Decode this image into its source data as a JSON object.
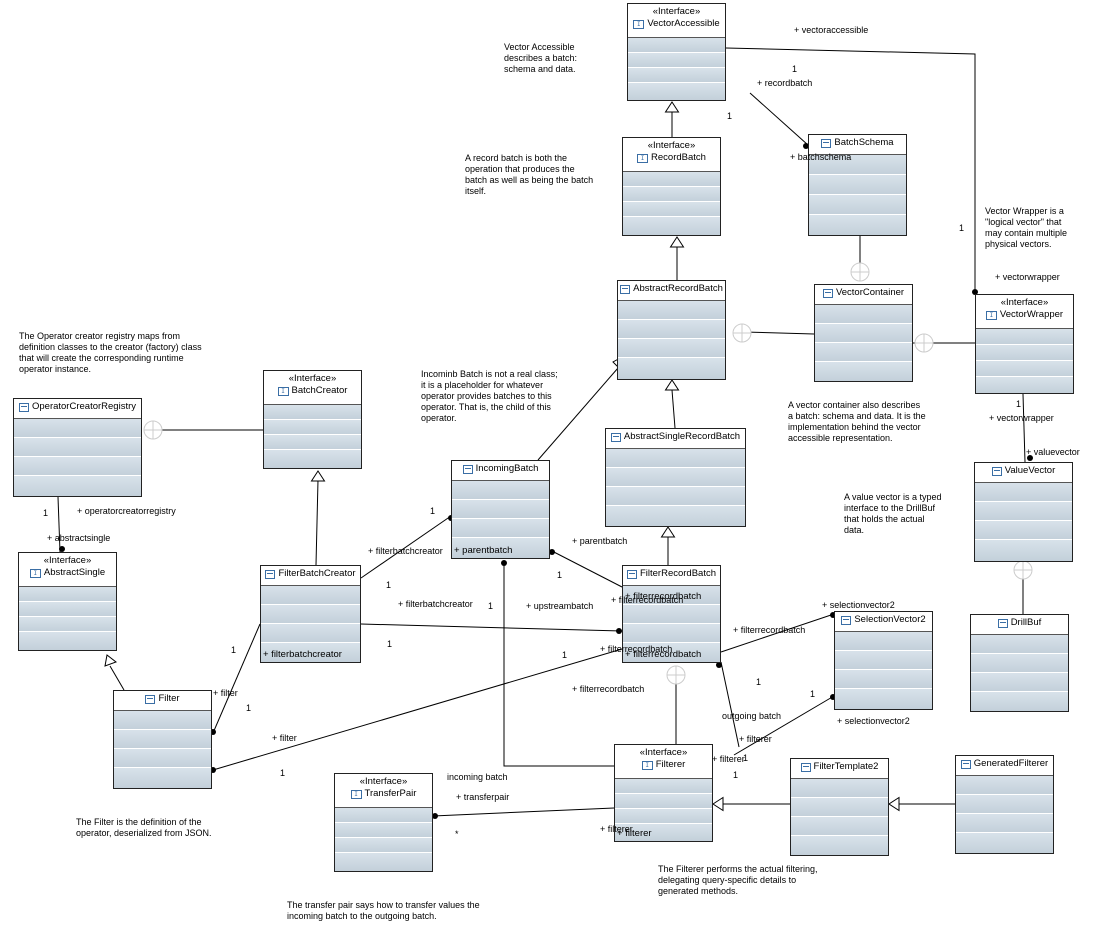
{
  "stereotype": "«Interface»",
  "classes": [
    {
      "id": "VectorAccessible",
      "name": "VectorAccessible",
      "interface": true
    },
    {
      "id": "BatchSchema",
      "name": "BatchSchema",
      "interface": false
    },
    {
      "id": "RecordBatch",
      "name": "RecordBatch",
      "interface": true
    },
    {
      "id": "AbstractRecordBatch",
      "name": "AbstractRecordBatch",
      "interface": false
    },
    {
      "id": "VectorContainer",
      "name": "VectorContainer",
      "interface": false
    },
    {
      "id": "VectorWrapper",
      "name": "VectorWrapper",
      "interface": true
    },
    {
      "id": "ValueVector",
      "name": "ValueVector",
      "interface": false
    },
    {
      "id": "DrillBuf",
      "name": "DrillBuf",
      "interface": false
    },
    {
      "id": "OperatorCreatorRegistry",
      "name": "OperatorCreatorRegistry",
      "interface": false
    },
    {
      "id": "BatchCreator",
      "name": "BatchCreator",
      "interface": true
    },
    {
      "id": "AbstractSingle",
      "name": "AbstractSingle",
      "interface": true
    },
    {
      "id": "IncomingBatch",
      "name": "IncomingBatch",
      "interface": false,
      "attr": "+ parentbatch"
    },
    {
      "id": "AbstractSingleRecordBatch",
      "name": "AbstractSingleRecordBatch",
      "interface": false
    },
    {
      "id": "FilterBatchCreator",
      "name": "FilterBatchCreator",
      "interface": false,
      "attr": "+ filterbatchcreator"
    },
    {
      "id": "FilterRecordBatch",
      "name": "FilterRecordBatch",
      "interface": false,
      "attr": "+ filterrecordbatch",
      "attr2": "+ filterrecordbatch"
    },
    {
      "id": "SelectionVector2",
      "name": "SelectionVector2",
      "interface": false
    },
    {
      "id": "Filter",
      "name": "Filter",
      "interface": false
    },
    {
      "id": "TransferPair",
      "name": "TransferPair",
      "interface": true
    },
    {
      "id": "Filterer",
      "name": "Filterer",
      "interface": true,
      "attr": "+ filterer"
    },
    {
      "id": "FilterTemplate2",
      "name": "FilterTemplate2",
      "interface": false
    },
    {
      "id": "GeneratedFilterer",
      "name": "GeneratedFilterer",
      "interface": false
    }
  ],
  "notes": [
    "Vector Accessible\ndescribes a batch:\nschema and data.",
    "A record batch is both the\noperation that produces the\nbatch as well as being the batch\nitself.",
    "Vector Wrapper is a\n\"logical vector\" that\nmay contain multiple\nphysical vectors.",
    "The Operator creator registry maps from\ndefinition classes to the creator (factory) class\nthat will create the corresponding runtime\noperator instance.",
    "Incominb Batch is not a real class;\nit is a placeholder for whatever\noperator provides batches to this\noperator. That is, the child of this\noperator.",
    "A vector container also describes\na batch: schema and data. It is the\nimplementation behind the vector\naccessible representation.",
    "A value vector is a typed\ninterface to the DrillBuf\nthat holds the actual\ndata.",
    "The Filter is the definition of the\noperator, deserialized from JSON.",
    "The Filterer performs the actual filtering,\ndelegating query-specific details to\ngenerated methods.",
    "The transfer pair says how to transfer values the\nincoming batch to the outgoing batch."
  ],
  "labels": [
    "+ vectoraccessible",
    "1",
    "+ recordbatch",
    "1",
    "+ batchschema",
    "1",
    "+ vectorwrapper",
    "1",
    "+ vectorwrapper",
    "+ valuevector",
    "1",
    "+ operatorcreatorregistry",
    "+ abstractsingle",
    "+ filterbatchcreator",
    "1",
    "+ parentbatch",
    "1",
    "+ filterbatchcreator",
    "1",
    "+ upstreambatch",
    "+ filterrecordbatch",
    "1",
    "1",
    "+ filterrecordbatch",
    "1",
    "+ selectionvector2",
    "+ filterrecordbatch",
    "1",
    "+ selectionvector2",
    "1",
    "+ filter",
    "1",
    "+ filter",
    "1",
    "1",
    "+ filterrecordbatch",
    "outgoing batch",
    "+ filterer",
    "1",
    "+ filterer",
    "1",
    "incoming batch",
    "+ transferpair",
    "*",
    "+ filterer"
  ]
}
